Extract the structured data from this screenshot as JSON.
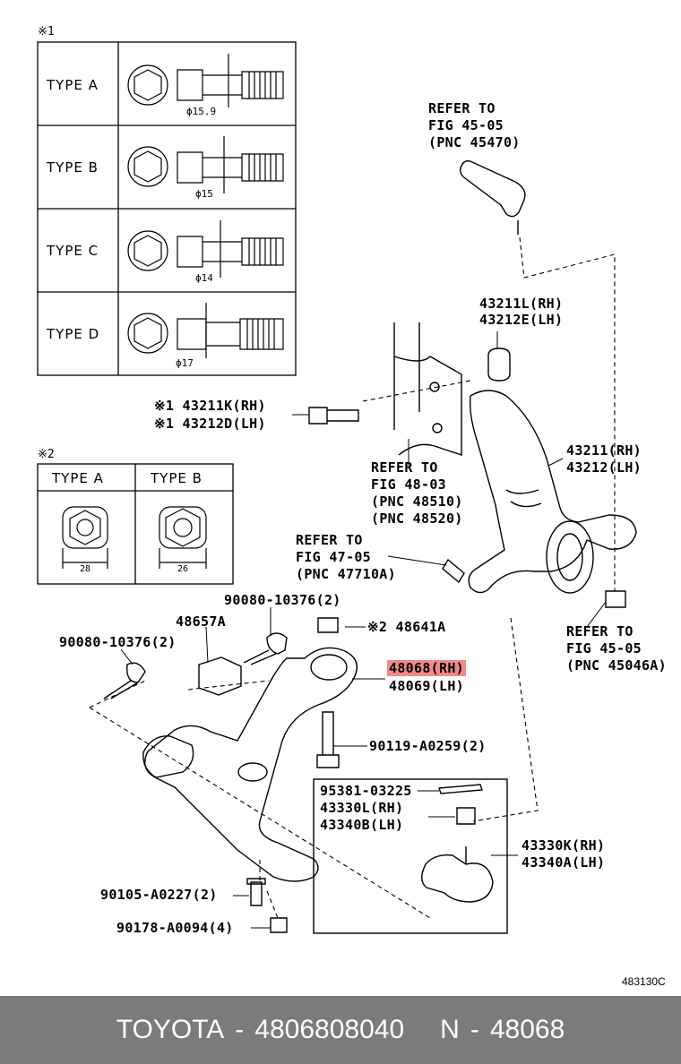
{
  "table1": {
    "mark": "※1",
    "rows": [
      {
        "type": "TYPE A",
        "dia": "ϕ15.9"
      },
      {
        "type": "TYPE B",
        "dia": "ϕ15"
      },
      {
        "type": "TYPE C",
        "dia": "ϕ14"
      },
      {
        "type": "TYPE D",
        "dia": "ϕ17"
      }
    ]
  },
  "table2": {
    "mark": "※2",
    "cols": [
      {
        "type": "TYPE A",
        "size": "28"
      },
      {
        "type": "TYPE B",
        "size": "26"
      }
    ]
  },
  "labels": {
    "refer_45_05_top": [
      "REFER TO",
      "FIG 45-05",
      "(PNC 45470)"
    ],
    "p43211L": "43211L(RH)",
    "p43212E": "43212E(LH)",
    "p43211K": "※1 43211K(RH)",
    "p43212D": "※1 43212D(LH)",
    "refer_48_03": [
      "REFER TO",
      "FIG 48-03",
      "(PNC 48510)",
      "(PNC 48520)"
    ],
    "p43211": "43211(RH)",
    "p43212": "43212(LH)",
    "refer_47_05": [
      "REFER TO",
      "FIG 47-05",
      "(PNC 47710A)"
    ],
    "p90080_top": "90080-10376(2)",
    "p48657A": "48657A",
    "p48641A": "※2 48641A",
    "p90080_left": "90080-10376(2)",
    "refer_45_05_right": [
      "REFER TO",
      "FIG 45-05",
      "(PNC 45046A)"
    ],
    "p48068": "48068(RH)",
    "p48069": "48069(LH)",
    "p90119": "90119-A0259(2)",
    "p95381": "95381-03225",
    "p43330L": "43330L(RH)",
    "p43340B": "43340B(LH)",
    "p43330K": "43330K(RH)",
    "p43340A": "43340A(LH)",
    "p90105": "90105-A0227(2)",
    "p90178": "90178-A0094(4)",
    "fig_code": "483130C"
  },
  "footer": {
    "brand": "TOYOTA",
    "sep1": "-",
    "part_number": "4806808040",
    "n_label": "N",
    "sep2": "-",
    "pnc": "48068"
  },
  "colors": {
    "highlight": "#f08a8a",
    "footer_bg": "#7b7b7b"
  }
}
